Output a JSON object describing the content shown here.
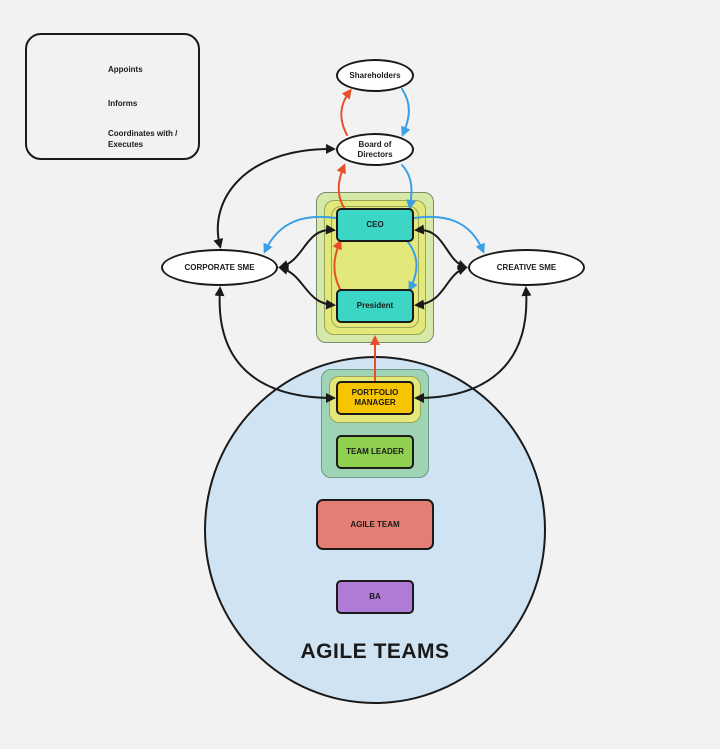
{
  "legend": {
    "appoints": "Appoints",
    "informs": "Informs",
    "coordinates": "Coordinates with / Executes"
  },
  "nodes": {
    "shareholders": "Shareholders",
    "board": "Board of Directors",
    "ceo": "CEO",
    "president": "President",
    "corporate_sme": "CORPORATE SME",
    "creative_sme": "CREATIVE SME",
    "portfolio_manager": "PORTFOLIO MANAGER",
    "team_leader": "TEAM LEADER",
    "agile_team": "AGILE TEAM",
    "ba": "BA"
  },
  "agile_teams_title": "AGILE TEAMS",
  "colors": {
    "appoints": "#3a9fe6",
    "informs": "#e84e2c",
    "coordinates": "#1a1a1a",
    "exec_outer": "#d6e9a8",
    "exec_inner": "#e2e879",
    "teal": "#3cd6c6",
    "pm_outer": "#9fd3b5",
    "pm_inner": "#e2e879",
    "pm_box": "#f7c400",
    "team_leader": "#8fd14f",
    "agile_team": "#e47e74",
    "ba": "#b07bd6",
    "agile_circle": "#cfe3f3"
  }
}
